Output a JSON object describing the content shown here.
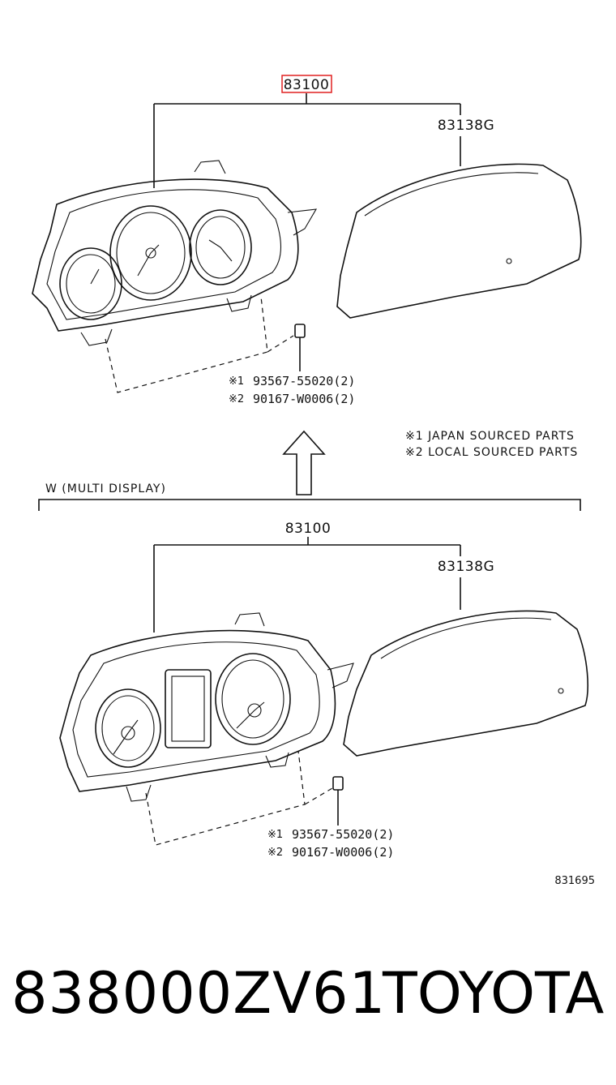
{
  "upper": {
    "assembly_part": "83100",
    "lens_part": "83138G",
    "screw_part_1": "93567-55020(2)",
    "screw_part_2": "90167-W0006(2)",
    "mark_1": "※1",
    "mark_2": "※2"
  },
  "notes": {
    "japan": "※1 JAPAN SOURCED PARTS",
    "local": "※2 LOCAL SOURCED PARTS"
  },
  "variant_label": "W (MULTI DISPLAY)",
  "lower": {
    "assembly_part": "83100",
    "lens_part": "83138G",
    "screw_part_1": "93567-55020(2)",
    "screw_part_2": "90167-W0006(2)",
    "mark_1": "※1",
    "mark_2": "※2"
  },
  "figure_number": "831695",
  "caption": {
    "part_number": "838000ZV61",
    "brand": "TOYOTA"
  },
  "colors": {
    "highlight_box": "#e02020",
    "line": "#111111"
  }
}
